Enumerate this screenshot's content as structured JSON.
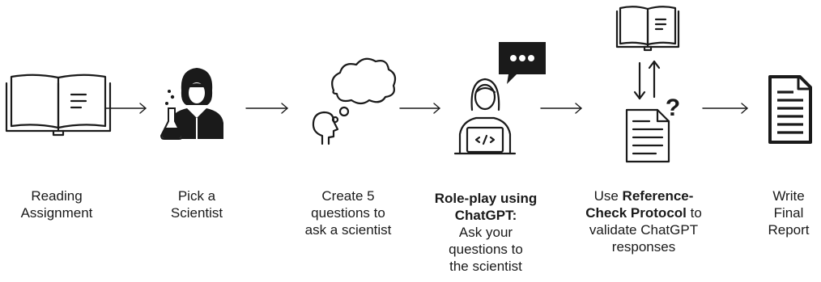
{
  "steps": [
    {
      "id": "reading",
      "icon": "open-book-icon",
      "lines": [
        [
          "Reading"
        ],
        [
          "Assignment"
        ]
      ]
    },
    {
      "id": "pick",
      "icon": "scientist-icon",
      "lines": [
        [
          "Pick a"
        ],
        [
          "Scientist"
        ]
      ]
    },
    {
      "id": "create",
      "icon": "thinking-head-icon",
      "lines": [
        [
          "Create 5"
        ],
        [
          "questions to"
        ],
        [
          "ask a scientist"
        ]
      ]
    },
    {
      "id": "roleplay",
      "icon": "coder-chat-icon",
      "lines": [
        [
          "**Role-play using"
        ],
        [
          "**ChatGPT:"
        ],
        [
          "Ask your"
        ],
        [
          "questions to"
        ],
        [
          "the scientist"
        ]
      ]
    },
    {
      "id": "refcheck",
      "icon": "reference-check-icon",
      "lines": [
        [
          "Use ",
          "**Reference-"
        ],
        [
          "**Check Protocol",
          " to"
        ],
        [
          "validate ChatGPT"
        ],
        [
          "responses"
        ]
      ]
    },
    {
      "id": "write",
      "icon": "report-document-icon",
      "lines": [
        [
          "Write"
        ],
        [
          "Final"
        ],
        [
          "Report"
        ]
      ]
    }
  ],
  "arrows": 5,
  "reference_check_symbol": "?"
}
